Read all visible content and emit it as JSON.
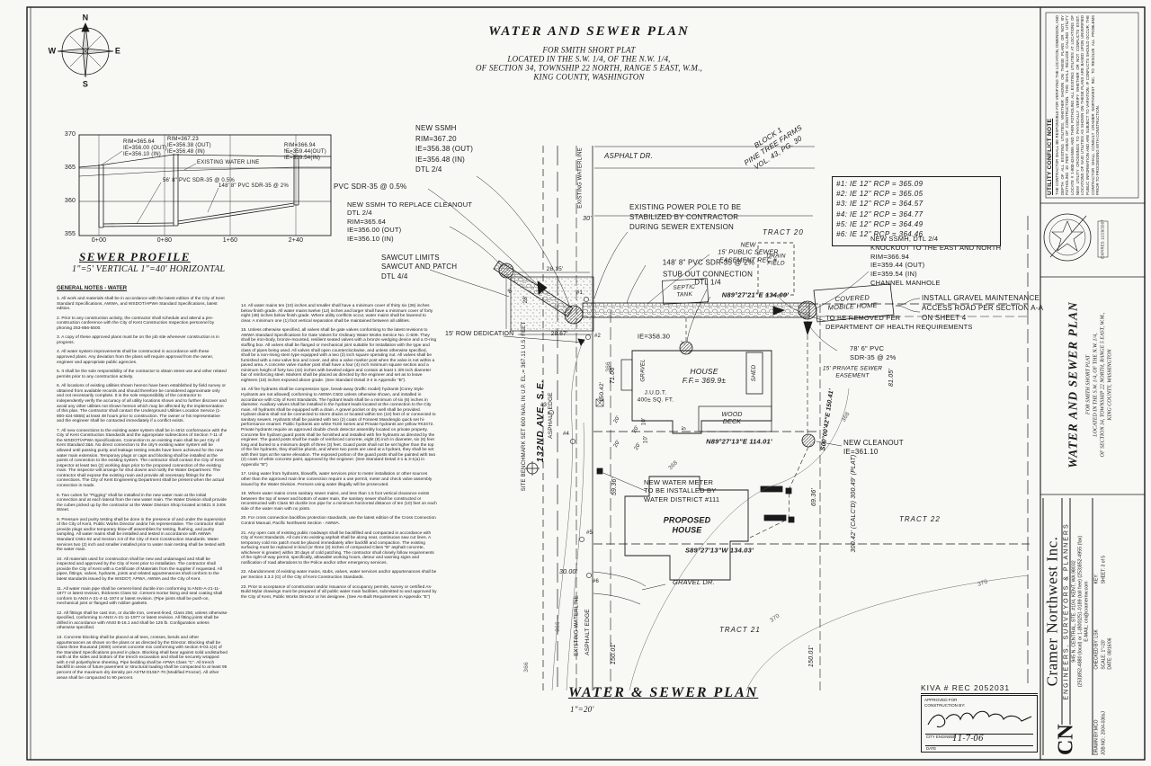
{
  "title_block": {
    "main": "WATER AND SEWER PLAN",
    "line1": "FOR SMITH SHORT PLAT",
    "line2": "LOCATED IN THE S.W. 1/4, OF THE N.W. 1/4,",
    "line3": "OF SECTION 34, TOWNSHIP 22 NORTH, RANGE 5 EAST, W.M.,",
    "line4": "KING COUNTY, WASHINGTON"
  },
  "compass": {
    "n": "N",
    "e": "E",
    "s": "S",
    "w": "W"
  },
  "profile": {
    "title": "SEWER PROFILE",
    "scale": "1\"=5'  VERTICAL  1\"=40'  HORIZONTAL",
    "y_ticks": [
      "370",
      "365",
      "360",
      "355"
    ],
    "x_ticks": [
      "0+00",
      "0+80",
      "1+60",
      "2+40"
    ],
    "mh_left": "RIM=365.64\nIE=356.00 (OUT)\nIE=356.10 (IN)",
    "mh_mid": "RIM=367.23\nIE=356.38 (OUT)\nIE=356.48 (IN)",
    "mh_right": "RIM=366.94\nIE=359.44(OUT)\nIE=359.54(IN)",
    "water_line": "EXISTING WATER LINE",
    "pipe1": "56' 8\" PVC SDR-35 @ 0.5%",
    "pipe2": "148' 8\" PVC SDR-35 @ 2%"
  },
  "notes": {
    "heading": "GENERAL NOTES - WATER",
    "col1": [
      "1. All work and materials shall be in accordance with the latest edition of the City of Kent Standard Specifications, AWWA, and WSDOT/APWA Standard Specifications, latest edition.",
      "2. Prior to any construction activity, the contractor shall schedule and attend a pre-construction conference with the City of Kent Construction Inspection personnel by phoning 253-856-5500.",
      "3. A copy of these approved plans must be on the job site whenever construction is in progress.",
      "4. All water system improvements shall be constructed in accordance with these approved plans.  Any deviation from the plans will require approval from the owner, engineer and appropriate public agencies.",
      "5. It shall be the sole responsibility of the contractor to obtain street use and other related permits prior to any construction activity.",
      "6. All locations of existing utilities shown hereon have been established by field survey or obtained from available records and should therefore be considered approximate only and not necessarily complete.  It is the sole responsibility of the contractor to independently verify the accuracy of all utility locations shown and to further discover and avoid any other utilities not shown hereon which may be affected by the implementation of this plan.  The contractor shall contact the Underground Utilities Location Service (1-800-424-5555) at least 48 hours prior to construction.  The owner or his representative and the engineer shall be contacted immediately if a conflict exists.",
      "7. All new connections to the existing water system shall be in strict conformance with the City of Kent Construction Standards and the appropriate subsections of Section 7-11 of the WSDOT/APWA Specifications.  Connection to an existing main shall be per City of Kent Standard 3&5.  No direct connection to the city's existing water system will be allowed until passing purity and leakage testing results have been achieved for the new water main extension.  Temporary plugs or caps and blocking shall be installed at the points of connection to the existing system.  The contractor shall contact the City of Kent inspector at least two (2) working days prior to the proposed connection of the existing main.  The inspector will arrange for shut downs and notify the Water Department.  The contractor shall expose the existing main and provide all necessary fittings for the connections.  The City of Kent Engineering Department shall be present when the actual connection is made.",
      "8. Two cubes for \"Pigging\" shall be installed in the new water main at the initial connection and at each lateral from the new water main.  The Water Division shall provide the cubes picked up by the contractor at the Water Division Shop located at 5821 S 240s Street.",
      "9. Pressure and purity testing shall be done in the presence of and under the supervision of the City of Kent, Public Works Director and/or his representative. The contractor shall provide plugs and/or temporary blow-off assemblies for testing, flushing, and purity sampling.  All water mains shall be installed and tested in accordance with AWWA Standard C651-92 and Section 3.8 of the City of Kent Construction Standards.  Water services two (2) inch and smaller installed prior to water main testing shall be tested with the water main.",
      "10. All materials used for construction shall be new and undamaged and shall be inspected and approved by the City of Kent prior to installation.  The contractor shall provide the City of Kent with a Certificate of Materials from the supplier if requested.  All pipes, fittings, valves, hydrants, joints and related appurtenances shall conform to the latest standards issued by the WSDOT, APWA, AWWA and the City of Kent.",
      "11. All water main pipe shall be cement-lined ductile iron conforming to ANSI-A-21-11-1977 or latest revision, thickness Class 52.  Cement mortar lining and seal coating shall conform to ANSI A-21-4-11-1974 or latest revision.  (Pipe joints shall be push-on, mechanical joint or flanged with rubber gaskets.",
      "12. All fittings shall be cast iron, or ductile iron, cement-lined, Class 250, unless otherwise specified, conforming to ANSI A-21-11-1977 or latest revision.  All fitting joints shall be drilled in accordance with ANSI B-16.1 and shall be 125 lb. Configuration unless otherwise specified.",
      "13. Concrete blocking shall be placed at all tees, crosses, bends and other appurtenances as shown on the plans or as directed by the Director.  Blocking shall be Class three thousand (3000) cement concrete mix conforming with section 9-03.1(4) of the Standard Specifications poured in place.  Blocking shall bear against solid undisturbed earth at the sides and bottom of the trench excavation and shall be securely wrapped with 4-mil polyethylene sheeting.  Pipe bedding shall be APWA Class \"C\".  All trench backfill in areas of future pavement or structural loading shall be compacted to at least 95 percent of the maximum dry density per ASTM D1557-70 (Modified Proctor).  All other areas shall be compacted to 90 percent."
    ],
    "col2": [
      "14. All water mains ten (10) inches and smaller shall have a minimum cover of thirty six (36) inches below finish grade.  All water mains twelve (12) inches and larger shall have a minimum cover of forty eight (48) inches below finish grade. Where utility conflicts occur, water mains shall be lowered to clear.  A minimum one (1) foot vertical separation shall be maintained between all utilities.",
      "15. Unless otherwise specified, all valves shall be gate valves conforming to the latest revisions to AWWA Standard Specifications for Gate Valves for Ordinary Water Works Service No. C-509.  They shall be iron-body, bronze-mounted, resilient seated valves with a bronze wedging device and a O-ring stuffing box.  All valves shall be flanged or mechanical joint suitable for installation with the type and class of pipes being used.  All valves shall open counterclockwise, and unless otherwise specified, shall be a non-rising stem type equipped with a two (2) inch square operating nut.  All valves shall be furnished with a new valve box and cover, and also a valve marker post when the valve is not within a paved area.  A concrete valve marker post shall have a four (4) inch minimum square section and a minimum height of forty two (42) inches with beveled edges and contain at least 1 3/8 inch diameter bar of reinforcing steel.  Markers shall be placed as directed by the engineer and set as to leave eighteen (18) inches exposed above grade.  (See Standard Detail 3-4 in Appendix \"B\").",
      "16. All fire hydrants shall be compression type, break-away (traffic model) hydrants [Corey Style Hydrants are not allowed] conforming to AWWA C502 unless otherwise shown, and installed in accordance with City of Kent Standards. The hydrant leads shall be a minimum of six (6) inches in diameter.  Auxiliary valves shall be installed in the hydrant leads located at the connection to the City main.  All hydrants shall be equipped with a drain.  A gravel pocket or dry well shall be provided.  Hydrant drains shall not be connected to storm drains or located within ten (10) feet of or connected to sanitary sewers.  Hydrants shall be painted with two (2) coats of Forwest Mandenglo quick set hi-performance enamel.  Public hydrants are white #100 Series and Private hydrants are yellow #K3472.  Private hydrants require an approved double check detector assembly located on private property. Concrete fire hydrant guard posts shall be furnished and installed with fire hydrants as directed by the engineer.  The guard posts shall be made of reinforced concrete, eight (8) inch in diameter, six (6) feet long and buried to a minimum depth of three (3) feet.  Guard posts shall not be set higher than the top of the fire hydrants, they shall be plumb, and where two posts are used at a hydrant, they shall be set with their tops at the same elevation.  The exposed portion of the guard posts shall be painted with two (2) coats of white concrete paint, approved by the engineer.  (See Standard Detail 3-1 & 3-1(a) in Appendix \"B\")",
      "17. Using water from hydrants, blowoffs, water services prior to meter installation or other sources other than the approved main line connection require a use permit, meter and check valve assembly issued by the Water Division.  Persons using water illegally will be prosecuted.",
      "19. Where water mains cross sanitary sewer mains, and less than 1.5 foot vertical clearance exists between the top of sewer and bottom of water main, the sanitary sewer shall be constructed or reconstructed with Class 50 ductile iron pipe for a minimum horizontal distance of ten (10) feet on each side of the water main with no joints.",
      "20. For cross connection backflow protection standards, use the latest edition of the Cross Connection Control Manual, Pacific Northwest Section - AWWA.",
      "21. Any open cuts of existing public roadways shall be backfilled and compacted in accordance with City of Kent Standards.  All cuts into existing asphalt shall be along neat, continuous saw cut lines.  A temporary cold mix patch must be placed immediately after backfill and compaction.  The existing surfacing must be replaced in kind (or three (3) inches of compacted Class \"B\" asphalt concrete, whichever is greater) within 30 days of cold patching.  The contractor shall closely follow requirements of the right-of-way permit, specifically, allowable working hours, detour and warning signs and notification of road alterations to the Police and/or other emergency services.",
      "22. Abandonment of existing water mains, stubs, valves, water services and/or appurtenances shall be per Section 3.3.2 (G) of the City of Kent Construction Standards.",
      "23. Prior to acceptance of construction and/or issuance of occupancy permits, survey or certified As-Build Mylar drawings must be prepared of all public water main facilities, submitted to and approved by the City of Kent, Public Works Director or his designee.  (See As-Built Requirement in Appendix \"E\")"
    ]
  },
  "ie_table": {
    "rows": [
      "#1:  IE  12\"  RCP  =  365.09",
      "#2:  IE  12\"  RCP  =  365.05",
      "#3:  IE  12\"  RCP  =  364.57",
      "#4:  IE  12\"  RCP  =  364.77",
      "#5:  IE  12\"  RCP  =  364.49",
      "#6:  IE  12\"  RCP  =  364.46"
    ]
  },
  "plan": {
    "labels": {
      "new_ssmh_top": "NEW SSMH\nRIM=367.20\nIE=356.38 (OUT)\nIE=356.48 (IN)\nDTL 2/4",
      "pvc_05": "PVC SDR-35 @ 0.5%",
      "ssmh_replace": "NEW SSMH TO REPLACE CLEANOUT\nDTL 2/4\nRIM=365.64\nIE=356.00 (OUT)\nIE=356.10 (IN)",
      "sawcut": "SAWCUT LIMITS\nSAWCUT AND PATCH\nDTL 4/4",
      "asphalt_dr": "ASPHALT DR.",
      "existing_waterline_top": "EXISTING WATERLINE",
      "d30": "30'",
      "power_pole": "EXISTING POWER POLE TO BE\nSTABILIZED BY CONTRACTOR\nDURING SEWER EXTENSION",
      "block1": "BLOCK 1\nPINE TREE FARMS\nVOL. 43, PG. 30",
      "tract20": "TRACT 20",
      "new_ssmh_right": "NEW SSMH, DTL 2/4\nKNOCKOUT TO THE EAST AND NORTH\nRIM=366.94\nIE=359.44 (OUT)\nIE=359.54 (IN)\nCHANNEL MANHOLE",
      "easement_new": "NEW\n15' PUBLIC SEWER\nEASEMENT REC #",
      "pvc_148": "148' 8\" PVC SDR-35 @ 2%",
      "stub_out": "STUB OUT CONNECTION\nDTL 1/4",
      "bearing_n1": "N89°27'21\"E  134.00'",
      "covered_mh": "COVERED\nMOBILE HOME",
      "to_be_removed": "TO BE REMOVED PER\nDEPARTMENT OF HEALTH REQUIREMENTS",
      "install_gravel": "INSTALL GRAVEL MAINTENANCE\nACCESS ROAD PER SECTION A-A\nON SHEET 4",
      "ie_35830": "IE=358.30",
      "septic": "SEPTIC\nTANK",
      "drain_field": "DRAIN\nFIELD",
      "pvc_78": "78' 6\" PVC\nSDR-35 @ 2%",
      "private_esmt": "15' PRIVATE SEWER\nEASEMENT",
      "house": "HOUSE\nF.F.=  369.9±",
      "shed": "SHED",
      "wood_deck": "WOOD\nDECK",
      "judt": "J.U.D.T.\n400±  SQ.  FT.",
      "gravel": "GRAVEL",
      "bearing_n2": "N89°27'13\"E  114.01'",
      "new_cleanout": "NEW CLEANOUT\nIE=361.10",
      "water_meter": "NEW WATER METER\nTO BE INSTALLED BY\nWATER DISTRICT #111",
      "proposed_house": "PROPOSED\nHOUSE",
      "tract22": "TRACT 22",
      "dim_300": "300.42' (CALC'D)\n300.49' (PLAT)",
      "dim_6936": "69.36'",
      "bearing_e": "S00°00'42\"E  150.41'",
      "dim_8105": "81.05'",
      "bearing_s": "S89°27'13\"W  134.03'",
      "gravel_dr": "GRAVEL DR.",
      "tract21": "TRACT 21",
      "dim_15001": "150.01'",
      "dim_3000": "30.00'",
      "row_dedication": "15' ROW DEDICATION",
      "dim_2815": "28.15'",
      "dim_2867": "28.67'",
      "dim_28": "28'",
      "dim_8": "8'",
      "dim_7106": "71.06'",
      "dim_15042": "150.42'",
      "dim_5936": "59.36'",
      "dim_20": "20'",
      "dim_10": "10'",
      "dim_5": "5'",
      "benchmark": "SITE BENCHMARK\nSET 600 NAIL IN U.P.\nEL.= 367.11 U.S. FEET",
      "street": "132ND  AVE.  S.E.",
      "asphalt_edge": "ASPHALT EDGE",
      "existing_waterline_bot": "EXISTING WATERLINE",
      "c366": "366",
      "c368": "368",
      "c370": "370",
      "m1": "#1",
      "m2": "#2",
      "m3": "#3",
      "m4": "#4",
      "m5": "#5",
      "m6": "#6"
    }
  },
  "footer": {
    "plan_title": "WATER & SEWER PLAN",
    "plan_scale": "1\"=20'"
  },
  "approval": {
    "kiva": "KIVA #    REC 2052031",
    "approved": "APPROVED FOR\nCONSTRUCTION BY:",
    "city_engineer": "CITY ENGINEER",
    "date_label": "DATE",
    "date_value": "11-7-06"
  },
  "sidebar": {
    "utility_note_title": "UTILITY CONFLICT NOTE",
    "utility_note_body": "THE CONTRACTOR SHALL BE RESPONSIBLE FOR VERIFYING THE LOCATION, DIMENSION, AND DEPTH OF ALL EXISTING UTILITIES, WHETHER SHOWN ON THESE PLANS OR NOT, BY POTHOLING 10 FEET AHEAD OF CONSTRUCTION. THIS SHALL INCLUDE CALLING UTILITY LOCATE # 1-800-424-5555 AND THEN POTHOLING ALL EXISTING UTILITIES AT LOCATIONS OF NEW UTILITY CROSSINGS TO PHYSICALLY VERIFY WHETHER OR NOT CONFLICTS EXIST.  LOCATIONS OF SAID UTILITIES AS SHOWN ON THESE PLANS ARE BASED UPON UNVERIFIED PUBLIC INFORMATION AND ARE SUBJECT TO VARIATION.  IF CONFLICTS SHOULD OCCUR, THE CONTRACTOR SHALL CONSULT CRAMER NORTHWEST INC. TO RESOLVE ALL PROBLEMS PRIOR TO PROCEEDING WITH CONSTRUCTION.",
    "expires": "EXPIRES 11/29/2007",
    "side_title": "WATER AND SEWER PLAN",
    "side_sub": "FOR SMITH SHORT PLAT\nLOCATED IN THE S.W. 1/4, OF THE N.W. 1/4,\nOF SECTION 34, TOWNSHIP 22 NORTH, RANGE 5 EAST, W.M.,\nKING COUNTY, WASHINGTON",
    "logo": "CN",
    "firm": "Cramer Northwest Inc.",
    "firm_sub": "ENGINEERS,  SURVEYORS  &  PLANNERS",
    "firm_addr": "945 N. CENTRAL, STE. #104, KENT, WA 98032",
    "firm_phone": "(253)852-4880 (local)  or  1-(800)251-0189 (toll free)  (253)852-4955 (fax)",
    "firm_email": "E-MAIL:  cni@cramernw.com",
    "drawn": "DRAWN BY:MCO",
    "checked": "CHECKED BY: LSK",
    "key": "KEY:",
    "job": "JOB NO.: 2004-036sJ",
    "scale": "SCALE: 1\"=20'",
    "sheet": "SHEET: 3 of 5",
    "date": "DATE: 08/16/06"
  }
}
